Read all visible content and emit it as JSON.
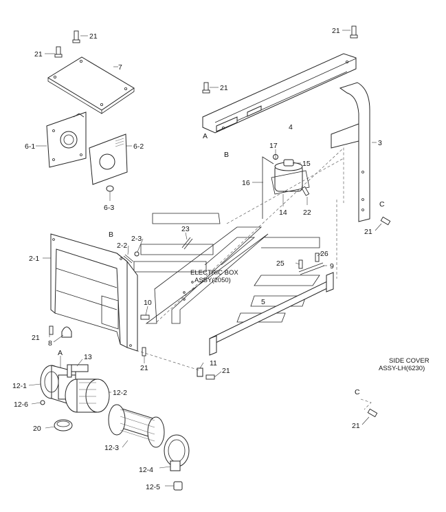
{
  "labels": {
    "l21": "21",
    "l7": "7",
    "l4": "4",
    "l3": "3",
    "lA": "A",
    "lB": "B",
    "lC": "C",
    "l6_1": "6-1",
    "l6_2": "6-2",
    "l6_3": "6-3",
    "l17": "17",
    "l15": "15",
    "l16": "16",
    "l14": "14",
    "l22": "22",
    "l2_1": "2-1",
    "l2_2": "2-2",
    "l2_3": "2-3",
    "l23": "23",
    "l10": "10",
    "l8": "8",
    "l26": "26",
    "l25": "25",
    "l9": "9",
    "l5": "5",
    "l11": "11",
    "l12_1": "12-1",
    "l12_2": "12-2",
    "l12_3": "12-3",
    "l12_4": "12-4",
    "l12_5": "12-5",
    "l12_6": "12-6",
    "l13": "13",
    "l20": "20"
  },
  "notes": {
    "electric_box_line1": "ELECTRIC BOX",
    "electric_box_line2": "ASSY(2050)",
    "side_cover_line1": "SIDE COVER",
    "side_cover_line2": "ASSY-LH(6230)"
  }
}
